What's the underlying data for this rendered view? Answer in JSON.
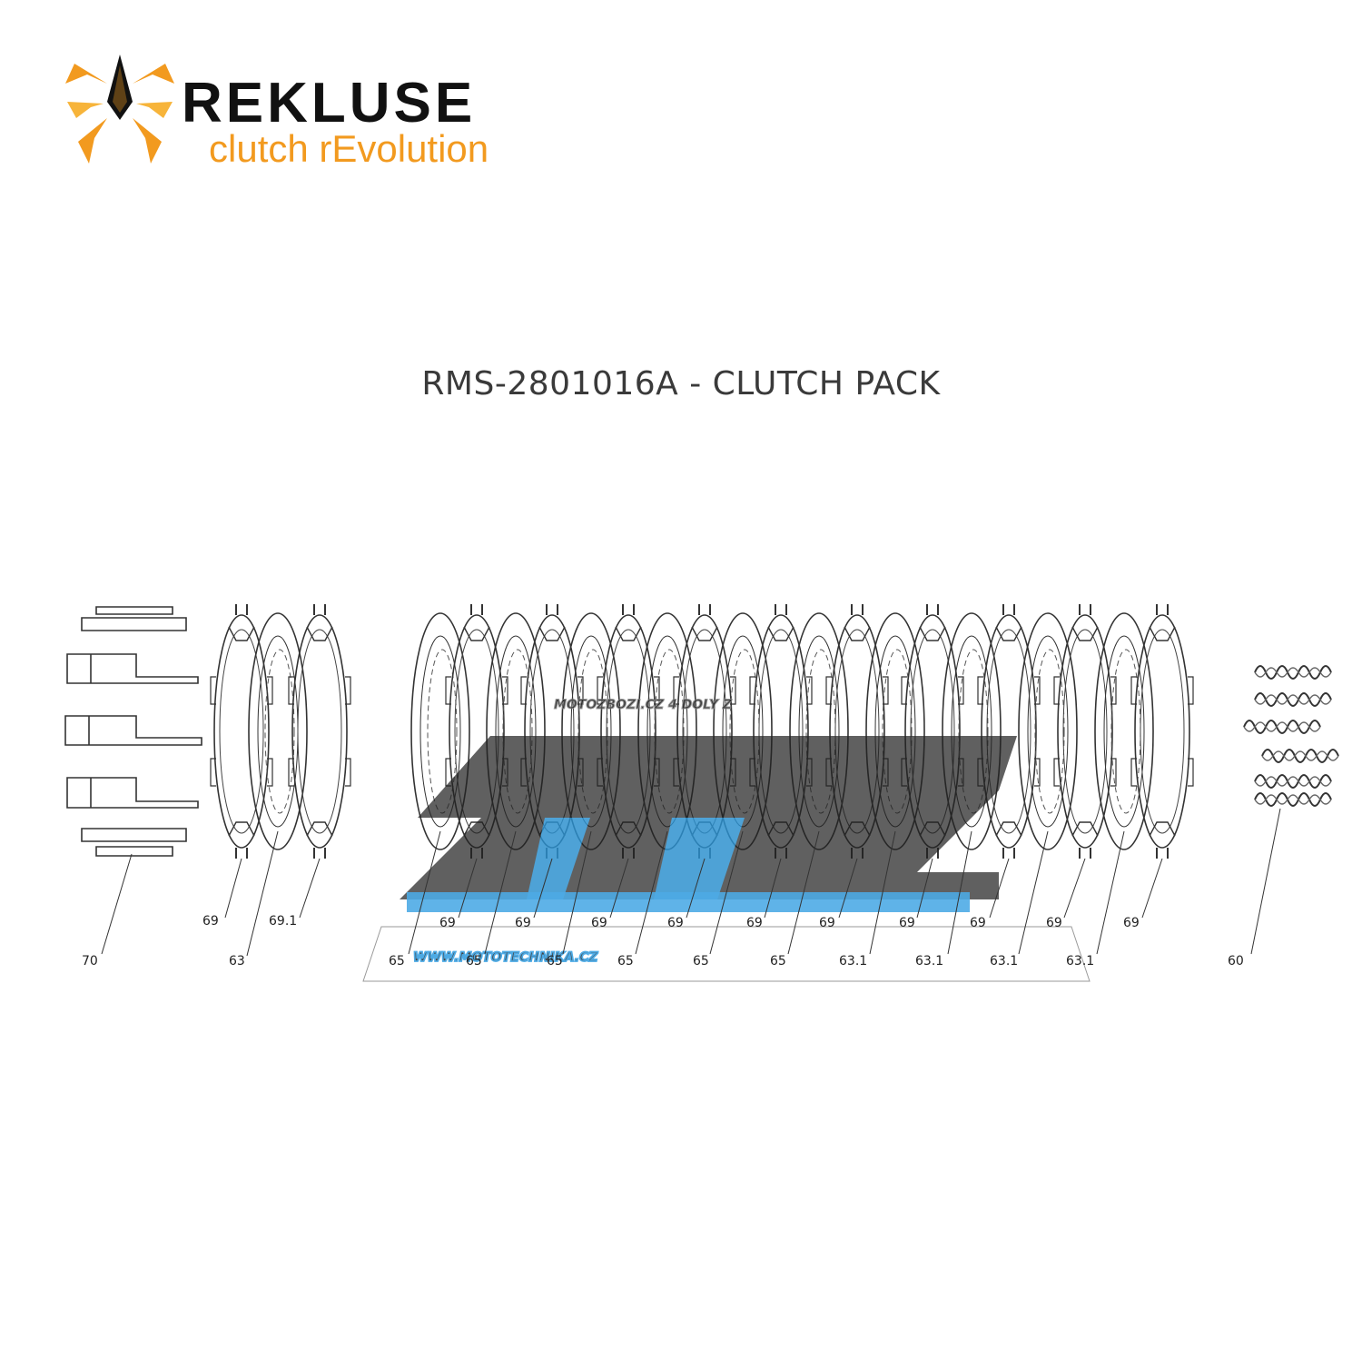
{
  "logo": {
    "brand": "REKLUSE",
    "tagline": "clutch rEvolution",
    "brand_color": "#111111",
    "accent_color": "#f29a1f"
  },
  "title": "RMS-2801016A - CLUTCH PACK",
  "watermark": {
    "top_text": "MOTOZBOZI.CZ 4 DOLY Z",
    "url_text": "WWW.MOTOTECHNIKA.CZ",
    "color": "#2e9be0"
  },
  "callouts": [
    "70",
    "69",
    "63",
    "69.1",
    "65",
    "69",
    "65",
    "69",
    "65",
    "69",
    "65",
    "69",
    "65",
    "69",
    "65",
    "69",
    "63.1",
    "69",
    "63.1",
    "69",
    "63.1",
    "69",
    "63.1",
    "69",
    "60"
  ]
}
